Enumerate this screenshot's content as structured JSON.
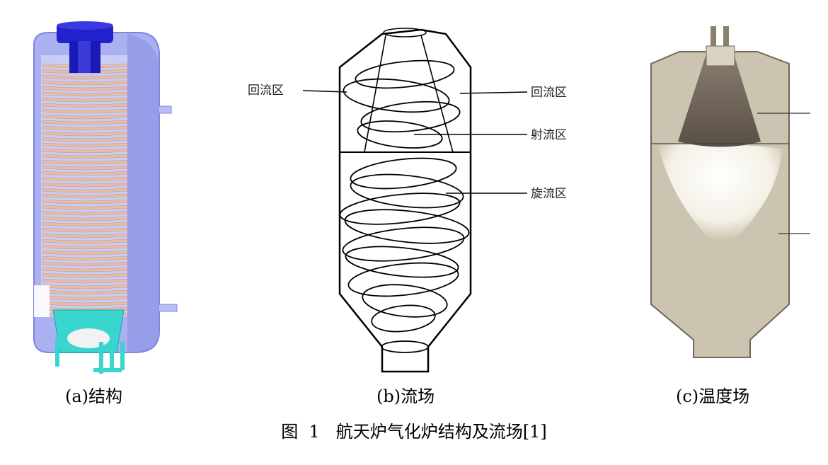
{
  "figure": {
    "title": "图  1   航天炉气化炉结构及流场[1]",
    "panels": [
      {
        "caption": "(a)结构"
      },
      {
        "caption": "(b)流场",
        "labels": {
          "left_recirc": "回流区",
          "right_recirc": "回流区",
          "jet": "射流区",
          "swirl": "旋流区"
        }
      },
      {
        "caption": "(c)温度场"
      }
    ]
  },
  "colors": {
    "shell": "#aab0f0",
    "shell_dark": "#7c84e0",
    "top_flange": "#2222cc",
    "coil": "#e6bca6",
    "burner": "#38d6cf",
    "field_bg": "#cbc4b0",
    "hot_zone": "#f4f0e6",
    "flame": "#6a5f55"
  }
}
